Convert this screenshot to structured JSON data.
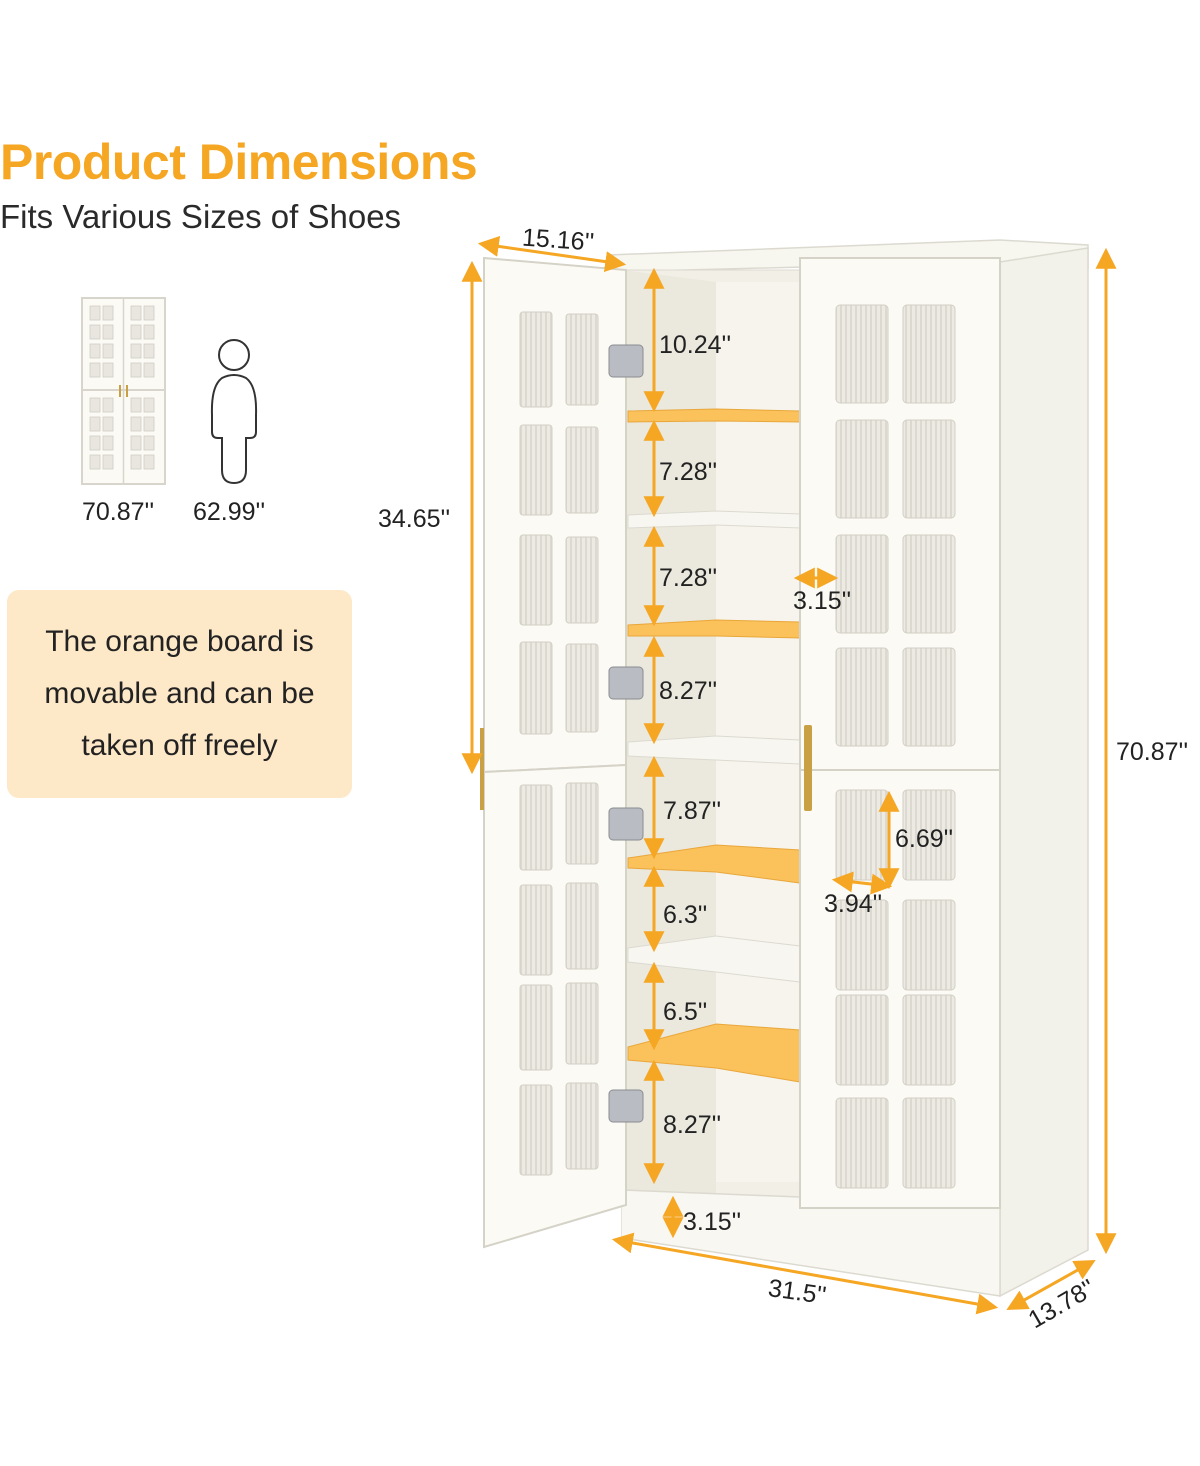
{
  "header": {
    "title": "Product Dimensions",
    "subtitle": "Fits Various Sizes of Shoes"
  },
  "comparison": {
    "cabinet_height": "70.87''",
    "person_height": "62.99''"
  },
  "note": {
    "text": "The orange board is movable and can be taken off freely"
  },
  "dimensions": {
    "depth_top": "15.16''",
    "door_height": "34.65''",
    "total_height": "70.87''",
    "width": "31.5''",
    "depth": "13.78''",
    "shelf_gaps": [
      "10.24''",
      "7.28''",
      "7.28''",
      "8.27''",
      "7.87''",
      "6.3''",
      "6.5''",
      "8.27''"
    ],
    "base_height": "3.15''",
    "door_gap": "3.15''",
    "pane_height": "6.69''",
    "pane_width": "3.94''"
  },
  "colors": {
    "accent": "#f5a623",
    "note_bg": "#fde8c8",
    "orange_board": "#fbc15a",
    "cabinet": "#fbfaf4",
    "handle": "#c9a043"
  }
}
